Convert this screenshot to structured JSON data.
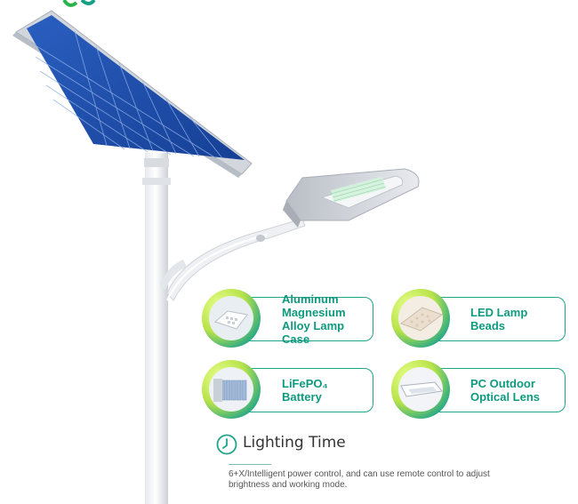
{
  "features": [
    {
      "label": "Aluminum Magnesium Alloy Lamp Case",
      "icon": "lamp-case-icon"
    },
    {
      "label": "LED Lamp Beads",
      "icon": "led-beads-icon"
    },
    {
      "label": "LiFePO₄ Battery",
      "icon": "battery-icon"
    },
    {
      "label": "PC Outdoor Optical Lens",
      "icon": "optical-lens-icon"
    }
  ],
  "lighting": {
    "title": "Lighting Time",
    "description": "6+X/Intelligent power control, and can use remote control to adjust brightness and working mode."
  },
  "colors": {
    "accent": "#1fa58a",
    "panel": "#1f4fa8",
    "frame": "#c9ced6"
  }
}
